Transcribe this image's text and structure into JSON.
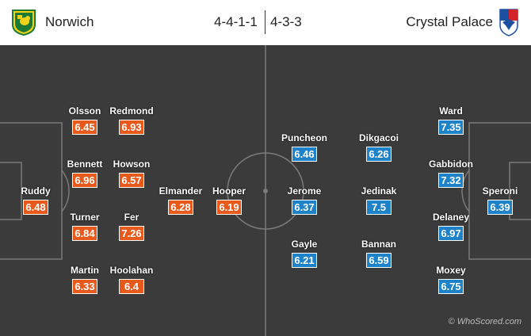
{
  "home": {
    "name": "Norwich",
    "formation": "4-4-1-1",
    "color": "#e85a1b",
    "logo_icon": "norwich-canary-crest",
    "players": [
      {
        "name": "Ruddy",
        "rating": "6.48"
      },
      {
        "name": "Olsson",
        "rating": "6.45"
      },
      {
        "name": "Bennett",
        "rating": "6.96"
      },
      {
        "name": "Turner",
        "rating": "6.84"
      },
      {
        "name": "Martin",
        "rating": "6.33"
      },
      {
        "name": "Redmond",
        "rating": "6.93"
      },
      {
        "name": "Howson",
        "rating": "6.57"
      },
      {
        "name": "Fer",
        "rating": "7.26"
      },
      {
        "name": "Hoolahan",
        "rating": "6.4"
      },
      {
        "name": "Elmander",
        "rating": "6.28"
      },
      {
        "name": "Hooper",
        "rating": "6.19"
      }
    ]
  },
  "away": {
    "name": "Crystal Palace",
    "formation": "4-3-3",
    "color": "#1e82c8",
    "logo_icon": "crystal-palace-eagle-crest",
    "players": [
      {
        "name": "Puncheon",
        "rating": "6.46"
      },
      {
        "name": "Jerome",
        "rating": "6.37"
      },
      {
        "name": "Gayle",
        "rating": "6.21"
      },
      {
        "name": "Dikgacoi",
        "rating": "6.26"
      },
      {
        "name": "Jedinak",
        "rating": "7.5"
      },
      {
        "name": "Bannan",
        "rating": "6.59"
      },
      {
        "name": "Ward",
        "rating": "7.35"
      },
      {
        "name": "Gabbidon",
        "rating": "7.32"
      },
      {
        "name": "Delaney",
        "rating": "6.97"
      },
      {
        "name": "Moxey",
        "rating": "6.75"
      },
      {
        "name": "Speroni",
        "rating": "6.39"
      }
    ]
  },
  "watermark": "© WhoScored.com",
  "pitch_color": "#3b3b3b"
}
